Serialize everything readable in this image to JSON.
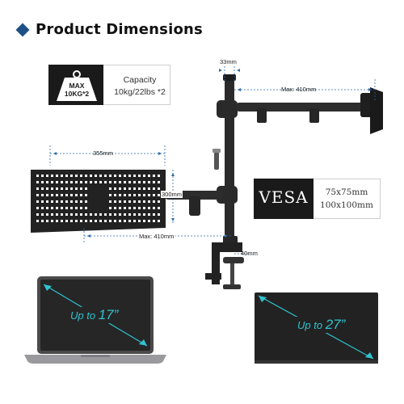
{
  "title": "Product Dimensions",
  "capacity": {
    "badge_top": "MAX",
    "badge_bottom": "10KG*2",
    "label": "Capacity",
    "value": "10kg/22lbs *2"
  },
  "vesa": {
    "title": "VESA",
    "size_1": "75x75mm",
    "size_2": "100x100mm"
  },
  "dimensions": {
    "pole_width": "33mm",
    "arm_length": "Max: 410mm",
    "tray_width": "355mm",
    "tray_depth": "300mm",
    "tray_arm_length": "Max: 410mm",
    "clamp_opening": "40mm"
  },
  "laptop_label": {
    "prefix": "Up to ",
    "size": "17”"
  },
  "monitor_label": {
    "prefix": "Up to ",
    "size": "27”"
  },
  "colors": {
    "accent": "#2fc3cf",
    "dimension_line": "#2b6aa8",
    "title_diamond": "#1e4f86",
    "mount_black": "#222222",
    "badge_bg": "#1a1a1a"
  }
}
